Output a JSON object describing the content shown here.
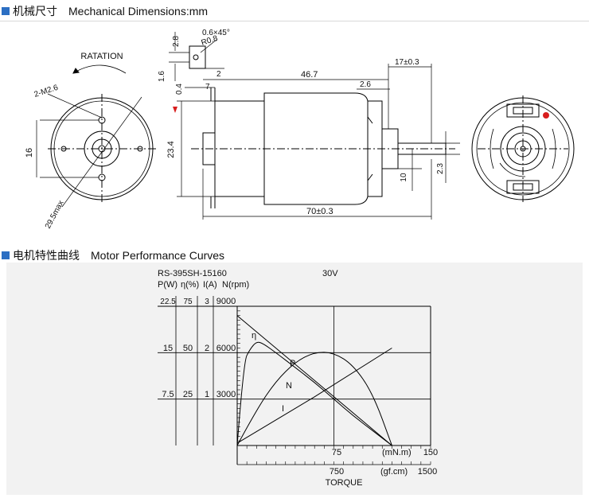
{
  "mech": {
    "title_zh": "机械尺寸",
    "title_en": "Mechanical Dimensions:mm",
    "rotation": "RATATION",
    "dims": {
      "chamfer": "0.6×45°",
      "radius": "R0.8",
      "d28": "2.8",
      "d16": "1.6",
      "d2": "2",
      "d04": "0.4",
      "d7": "7",
      "d467": "46.7",
      "d26": "2.6",
      "d17": "17±0.3",
      "d234": "23.4",
      "d10": "10",
      "d23": "2.3",
      "d70": "70±0.3",
      "m26": "2-M2.6",
      "front16": "16",
      "front295": "29.5max"
    }
  },
  "perf": {
    "title_zh": "电机特性曲线",
    "title_en": "Motor Performance Curves",
    "model": "RS-395SH-15160",
    "voltage": "30V",
    "col_headers": [
      "P(W)",
      "η(%)",
      "I(A)",
      "N(rpm)"
    ],
    "rows": [
      [
        "22.5",
        "75",
        "3",
        "9000"
      ],
      [
        "15",
        "50",
        "2",
        "6000"
      ],
      [
        "7.5",
        "25",
        "1",
        "3000"
      ]
    ],
    "x_unit_top": "(mN.m)",
    "x_tick_top": "75",
    "x_max_top": "150",
    "x_unit_bottom": "(gf.cm)",
    "x_tick_bottom": "750",
    "x_max_bottom": "1500",
    "xlabel": "TORQUE",
    "curve_labels": {
      "eta": "η",
      "p": "P",
      "n": "N",
      "i": "I"
    }
  },
  "chart_data": {
    "type": "line",
    "title": "RS-395SH-15160 30V",
    "xlabel": "TORQUE",
    "x_unit": "mN.m",
    "xlim": [
      0,
      150
    ],
    "axes": [
      {
        "name": "P(W)",
        "lim": [
          0,
          22.5
        ]
      },
      {
        "name": "η(%)",
        "lim": [
          0,
          75
        ]
      },
      {
        "name": "I(A)",
        "lim": [
          0,
          3
        ]
      },
      {
        "name": "N(rpm)",
        "lim": [
          0,
          9000
        ]
      }
    ],
    "series": [
      {
        "name": "N",
        "axis": "N(rpm)",
        "x": [
          0,
          60,
          120
        ],
        "y": [
          8400,
          4200,
          0
        ]
      },
      {
        "name": "I",
        "axis": "I(A)",
        "x": [
          0,
          60,
          120
        ],
        "y": [
          0.05,
          1.05,
          2.1
        ]
      },
      {
        "name": "P",
        "axis": "P(W)",
        "x": [
          0,
          15,
          30,
          45,
          60,
          75,
          90,
          105,
          120
        ],
        "y": [
          0,
          5.8,
          10.4,
          13.5,
          15.1,
          15.0,
          13.0,
          8.5,
          0
        ]
      },
      {
        "name": "η",
        "axis": "η(%)",
        "x": [
          0,
          5,
          10,
          15,
          20,
          30,
          45,
          60,
          75,
          90,
          105,
          120
        ],
        "y": [
          0,
          45,
          52,
          56,
          55,
          50,
          42,
          34,
          25,
          16,
          8,
          0
        ]
      }
    ]
  }
}
